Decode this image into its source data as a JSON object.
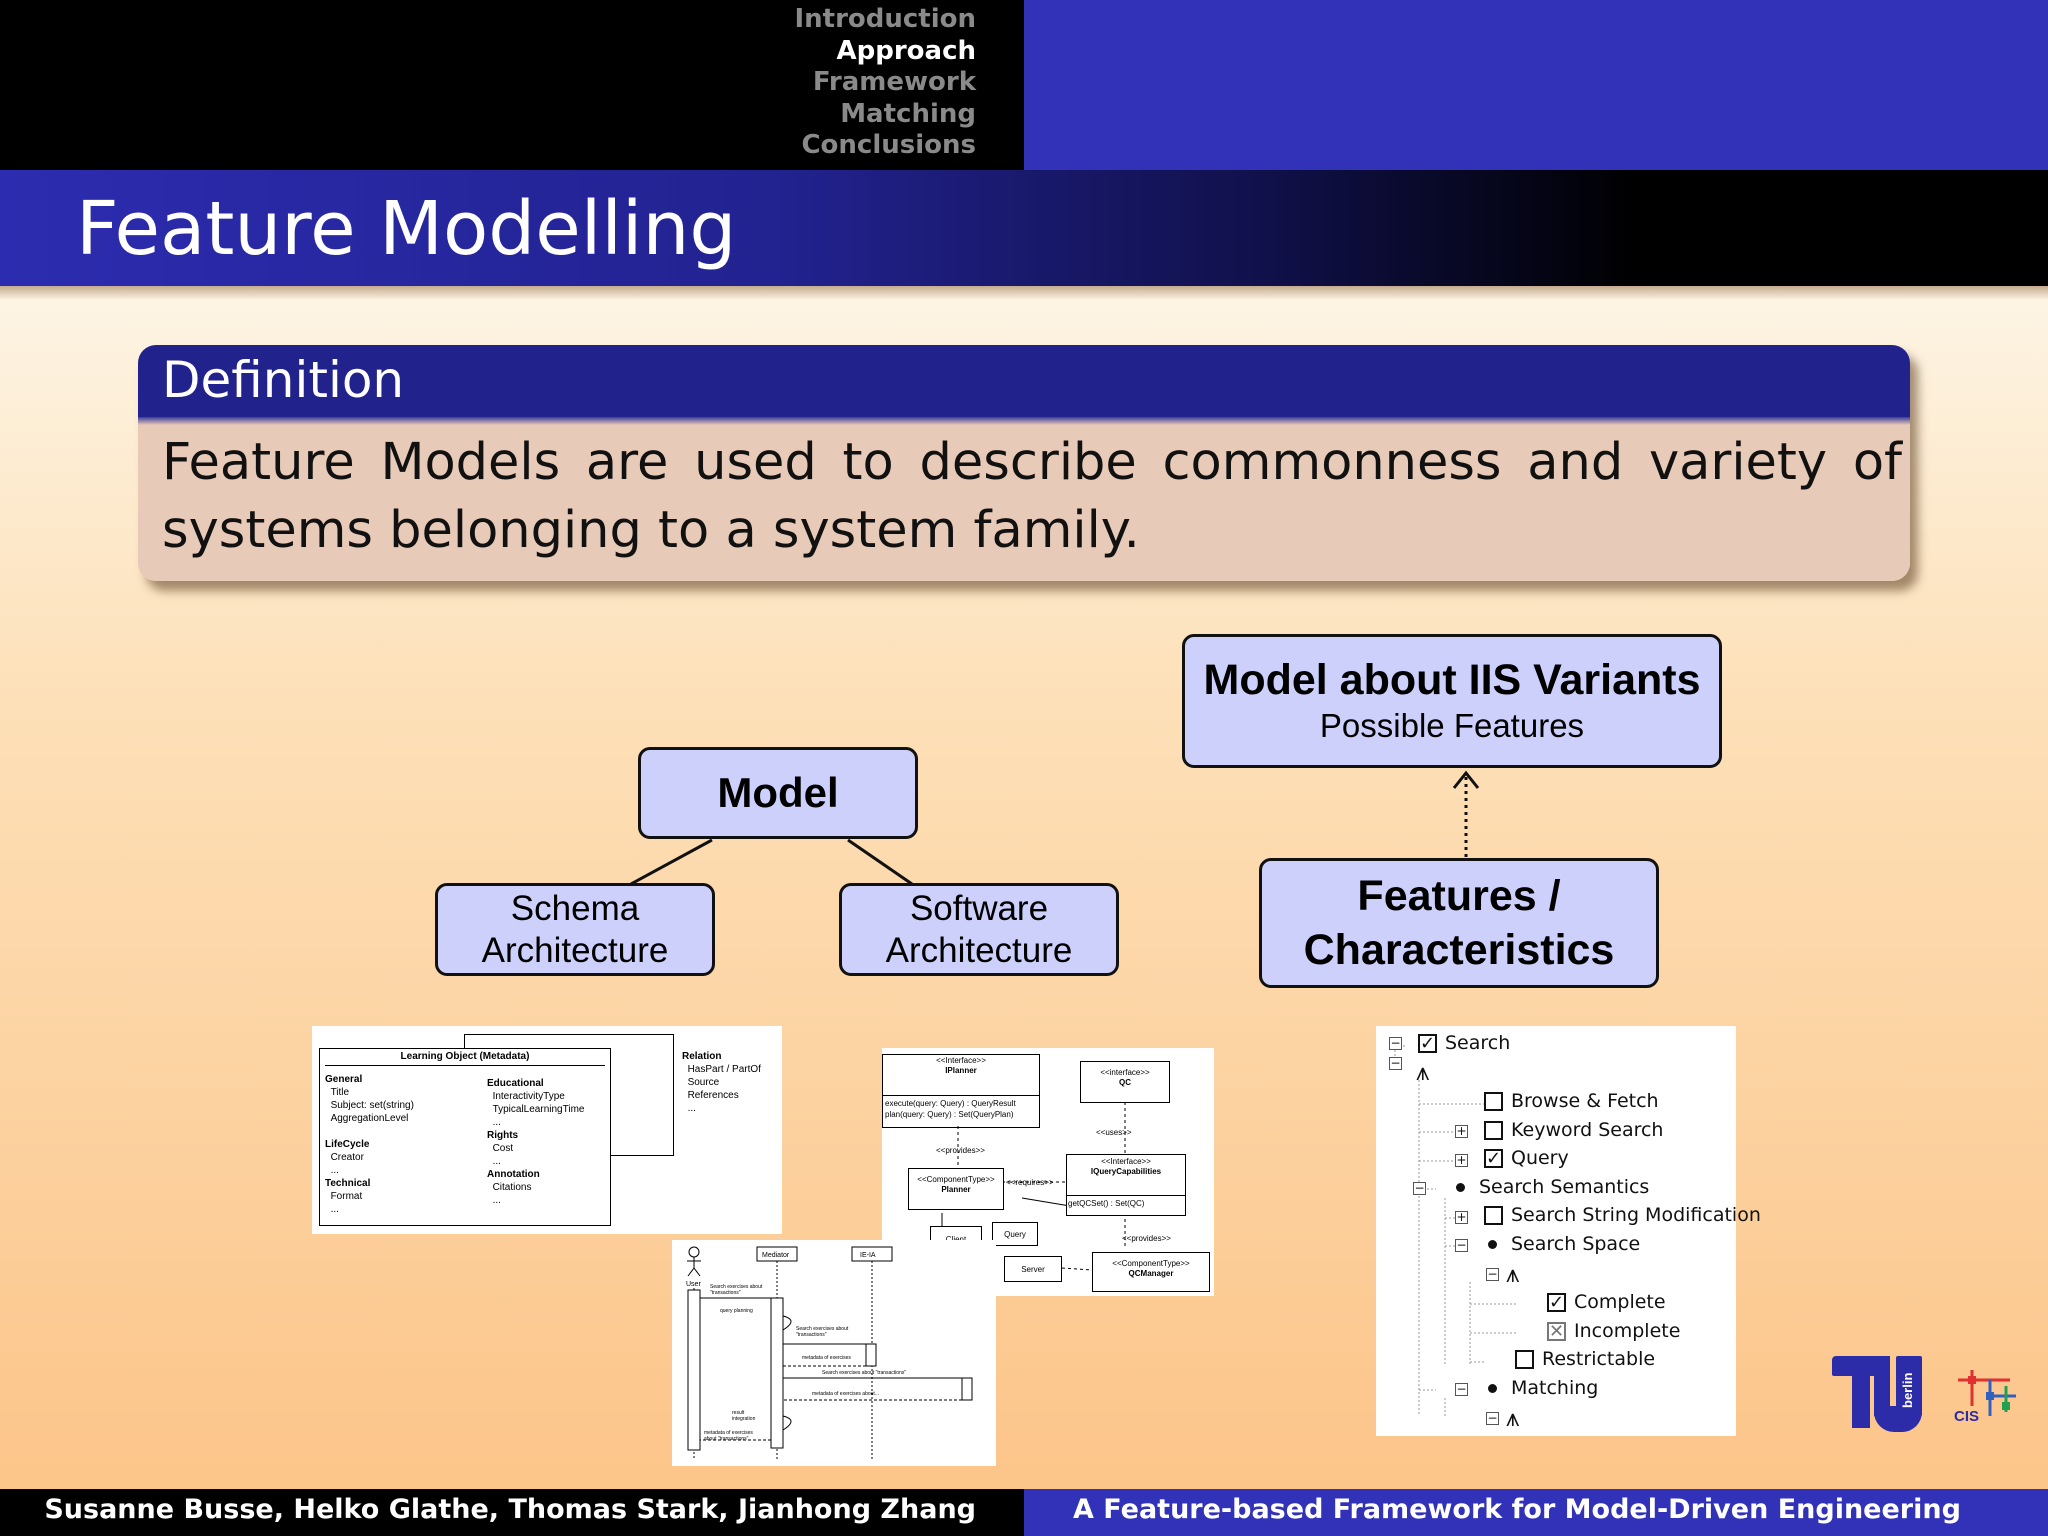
{
  "nav": {
    "items": [
      {
        "label": "Introduction",
        "active": false
      },
      {
        "label": "Approach",
        "active": true
      },
      {
        "label": "Framework",
        "active": false
      },
      {
        "label": "Matching",
        "active": false
      },
      {
        "label": "Conclusions",
        "active": false
      }
    ]
  },
  "frame_title": "Feature Modelling",
  "definition": {
    "heading": "Definition",
    "body": "Feature Models are used to describe commonness and variety of systems belonging to a system family."
  },
  "diagram": {
    "model": "Model",
    "schema_line1": "Schema",
    "schema_line2": "Architecture",
    "software_line1": "Software",
    "software_line2": "Architecture",
    "variants_title": "Model about IIS Variants",
    "variants_sub": "Possible Features",
    "features_line1": "Features /",
    "features_line2": "Characteristics"
  },
  "schema_thumb": {
    "title": "Learning Object (Metadata)",
    "col1": [
      {
        "head": "General",
        "items": [
          "Title",
          "Subject: set(string)",
          "AggregationLevel"
        ]
      },
      {
        "head": "LifeCycle",
        "items": [
          "Creator",
          "..."
        ]
      },
      {
        "head": "Technical",
        "items": [
          "Format",
          "..."
        ]
      }
    ],
    "col2": [
      {
        "head": "Educational",
        "items": [
          "InteractivityType",
          "TypicalLearningTime",
          "..."
        ]
      },
      {
        "head": "Rights",
        "items": [
          "Cost",
          "..."
        ]
      },
      {
        "head": "Annotation",
        "items": [
          "Citations",
          "..."
        ]
      }
    ],
    "relation": {
      "head": "Relation",
      "items": [
        "HasPart / PartOf",
        "Source",
        "References",
        "..."
      ]
    }
  },
  "component_thumb": {
    "iplanner_stereo": "<<Interface>>",
    "iplanner": "IPlanner",
    "iplanner_ops": [
      "execute(query: Query) : QueryResult",
      "plan(query: Query) : Set(QueryPlan)"
    ],
    "qc_stereo": "<<interface>>",
    "qc": "QC",
    "uses": "<<uses>>",
    "provides1": "<<provides>>",
    "iqc_stereo": "<<Interface>>",
    "iqc": "IQueryCapabilities",
    "iqc_op": "getQCSet() : Set(QC)",
    "planner_stereo": "<<ComponentType>>",
    "planner": "Planner",
    "requires": "<<requires>>",
    "client": "Client",
    "query": "Query",
    "provides2": "<<provides>>",
    "server": "Server",
    "qcm_stereo": "<<ComponentType>>",
    "qcm": "QCManager"
  },
  "sequence_thumb": {
    "user": "User",
    "mediator": "Mediator",
    "ie": "IE-IA",
    "msgs": [
      "Search exercises about \"transactions\"",
      "query planning",
      "Search exercises about \"transactions\"",
      "metadata of exercises",
      "Search exercises about \"transactions\"",
      "metadata of exercises about...",
      "result integration",
      "metadata of exercises about \"transactions\""
    ]
  },
  "feature_tree": {
    "nodes": [
      {
        "label": "Search",
        "kind": "check"
      },
      {
        "label": "",
        "kind": "alt"
      },
      {
        "label": "Browse & Fetch",
        "kind": "box"
      },
      {
        "label": "Keyword Search",
        "kind": "box"
      },
      {
        "label": "Query",
        "kind": "check"
      },
      {
        "label": "Search Semantics",
        "kind": "dot"
      },
      {
        "label": "Search String Modification",
        "kind": "box"
      },
      {
        "label": "Search Space",
        "kind": "dot"
      },
      {
        "label": "",
        "kind": "alt"
      },
      {
        "label": "Complete",
        "kind": "check"
      },
      {
        "label": "Incomplete",
        "kind": "cross"
      },
      {
        "label": "Restrictable",
        "kind": "box"
      },
      {
        "label": "Matching",
        "kind": "dot"
      },
      {
        "label": "",
        "kind": "alt"
      }
    ]
  },
  "logos": {
    "tu": "TU",
    "berlin": "berlin",
    "cis": "CIS"
  },
  "footer": {
    "authors": "Susanne Busse, Helko Glathe, Thomas Stark, Jianhong Zhang",
    "talk_title": "A Feature-based Framework for Model-Driven Engineering"
  },
  "colors": {
    "header_blue": "#3232b8",
    "block_head": "#22228c",
    "box_fill": "#cdd0fa"
  }
}
